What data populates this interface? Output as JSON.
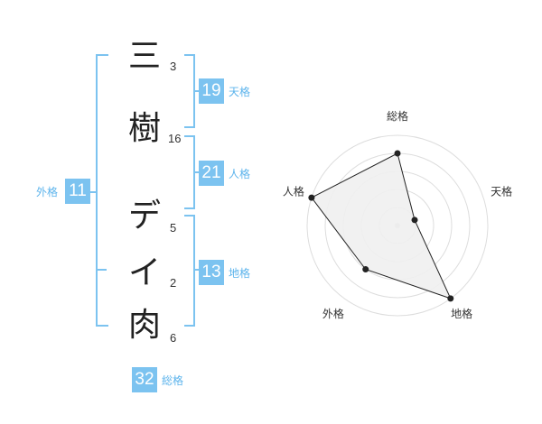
{
  "name_chars": [
    {
      "char": "三",
      "strokes": "3"
    },
    {
      "char": "樹",
      "strokes": "16"
    },
    {
      "char": "デ",
      "strokes": "5"
    },
    {
      "char": "イ",
      "strokes": "2"
    },
    {
      "char": "肉",
      "strokes": "6"
    }
  ],
  "fortunes": {
    "tenkaku": {
      "value": "19",
      "label": "天格"
    },
    "jinkaku": {
      "value": "21",
      "label": "人格"
    },
    "chikaku": {
      "value": "13",
      "label": "地格"
    },
    "gaikaku": {
      "value": "11",
      "label": "外格"
    },
    "soukaku": {
      "value": "32",
      "label": "総格"
    }
  },
  "colors": {
    "accent": "#7cc3f0",
    "accent_text": "#5db4ec",
    "radar_fill": "#efefef",
    "radar_line": "#222222",
    "grid": "#dddddd"
  },
  "chart_data": {
    "type": "radar",
    "axes": [
      "総格",
      "天格",
      "地格",
      "外格",
      "人格"
    ],
    "values": [
      4,
      1,
      5,
      3,
      5
    ],
    "range": [
      0,
      5
    ]
  }
}
